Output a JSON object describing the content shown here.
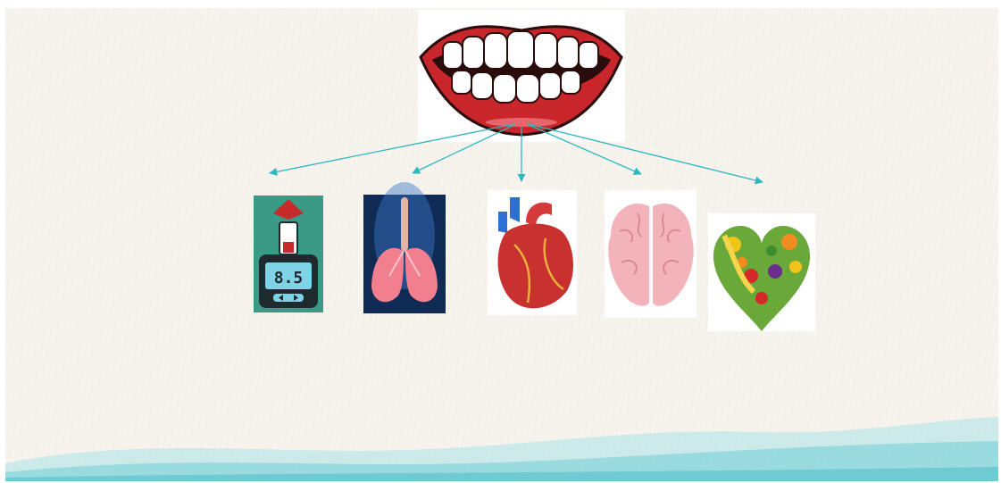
{
  "diagram": {
    "source": {
      "name": "mouth",
      "icon": "smiling-mouth-teeth-icon"
    },
    "targets": [
      {
        "name": "diabetes",
        "icon": "glucose-meter-icon",
        "reading": "8.5"
      },
      {
        "name": "lungs",
        "icon": "lungs-icon"
      },
      {
        "name": "heart",
        "icon": "anatomical-heart-icon"
      },
      {
        "name": "brain",
        "icon": "brain-icon"
      },
      {
        "name": "nutrition",
        "icon": "fruit-vegetable-heart-icon"
      }
    ]
  },
  "colors": {
    "background": "#f7f4ee",
    "arrow": "#2bb8c0",
    "wash": "#7fd3dc",
    "lips": "#c8262b",
    "meter": "#3a9a85",
    "brain": "#f2b4ba"
  }
}
